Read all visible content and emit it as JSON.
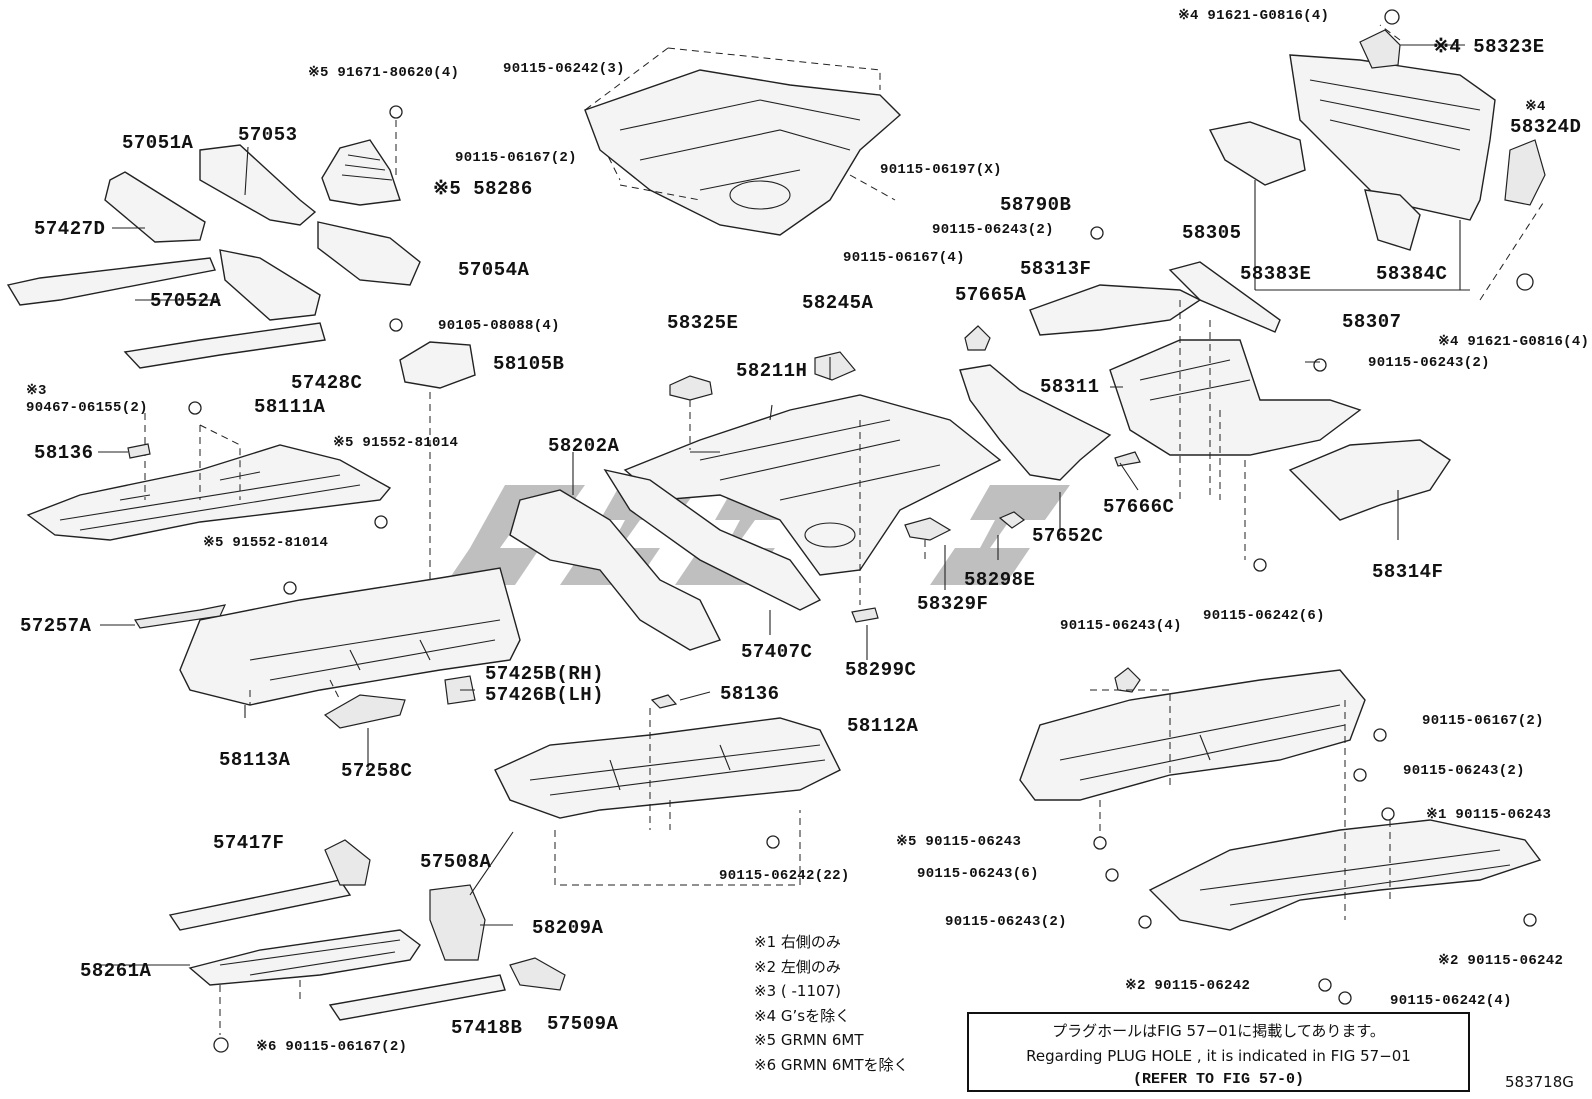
{
  "parts": [
    {
      "id": "p_58323E",
      "text": "※4 58323E"
    },
    {
      "id": "p_91621_top",
      "text": "※4 91621-G0816(4)"
    },
    {
      "id": "p_58324D_note",
      "text": "※4"
    },
    {
      "id": "p_58324D",
      "text": "58324D"
    },
    {
      "id": "p_58383E",
      "text": "58383E"
    },
    {
      "id": "p_58384C",
      "text": "58384C"
    },
    {
      "id": "p_58307",
      "text": "58307"
    },
    {
      "id": "p_91621_bot",
      "text": "※4 91621-G0816(4)"
    },
    {
      "id": "p_90115_06243_2a",
      "text": "90115-06243(2)"
    },
    {
      "id": "p_58305",
      "text": "58305"
    },
    {
      "id": "p_58790B",
      "text": "58790B"
    },
    {
      "id": "p_90115_06243_2b",
      "text": "90115-06243(2)"
    },
    {
      "id": "p_58313F",
      "text": "58313F"
    },
    {
      "id": "p_57665A",
      "text": "57665A"
    },
    {
      "id": "p_58311",
      "text": "58311"
    },
    {
      "id": "p_57652C",
      "text": "57652C"
    },
    {
      "id": "p_57666C",
      "text": "57666C"
    },
    {
      "id": "p_58314F",
      "text": "58314F"
    },
    {
      "id": "p_58298E",
      "text": "58298E"
    },
    {
      "id": "p_90115_06242_6",
      "text": "90115-06242(6)"
    },
    {
      "id": "p_90115_06242_3",
      "text": "90115-06242(3)"
    },
    {
      "id": "p_90115_06167_2a",
      "text": "90115-06167(2)"
    },
    {
      "id": "p_90115_06197",
      "text": "90115-06197(X)"
    },
    {
      "id": "p_90115_06167_4",
      "text": "90115-06167(4)"
    },
    {
      "id": "p_91671",
      "text": "※5 91671-80620(4)"
    },
    {
      "id": "p_58286",
      "text": "※5 58286"
    },
    {
      "id": "p_57051A",
      "text": "57051A"
    },
    {
      "id": "p_57053",
      "text": "57053"
    },
    {
      "id": "p_57427D",
      "text": "57427D"
    },
    {
      "id": "p_57054A",
      "text": "57054A"
    },
    {
      "id": "p_57052A",
      "text": "57052A"
    },
    {
      "id": "p_90105",
      "text": "90105-08088(4)"
    },
    {
      "id": "p_58105B",
      "text": "58105B"
    },
    {
      "id": "p_57428C",
      "text": "57428C"
    },
    {
      "id": "p_note3",
      "text": "※3"
    },
    {
      "id": "p_90467",
      "text": "90467-06155(2)"
    },
    {
      "id": "p_58111A",
      "text": "58111A"
    },
    {
      "id": "p_58136a",
      "text": "58136"
    },
    {
      "id": "p_91552a",
      "text": "※5 91552-81014"
    },
    {
      "id": "p_91552b",
      "text": "※5 91552-81014"
    },
    {
      "id": "p_57257A",
      "text": "57257A"
    },
    {
      "id": "p_58113A",
      "text": "58113A"
    },
    {
      "id": "p_57258C",
      "text": "57258C"
    },
    {
      "id": "p_57425B",
      "text": "57425B(RH)"
    },
    {
      "id": "p_57426B",
      "text": "57426B(LH)"
    },
    {
      "id": "p_58325E",
      "text": "58325E"
    },
    {
      "id": "p_58245A",
      "text": "58245A"
    },
    {
      "id": "p_58211H",
      "text": "58211H"
    },
    {
      "id": "p_58202A",
      "text": "58202A"
    },
    {
      "id": "p_57407C",
      "text": "57407C"
    },
    {
      "id": "p_58299C",
      "text": "58299C"
    },
    {
      "id": "p_58329F",
      "text": "58329F"
    },
    {
      "id": "p_58136b",
      "text": "58136"
    },
    {
      "id": "p_58112A",
      "text": "58112A"
    },
    {
      "id": "p_90115_06242_22",
      "text": "90115-06242(22)"
    },
    {
      "id": "p_90115_06243_4",
      "text": "90115-06243(4)"
    },
    {
      "id": "p_90115_06167_2b",
      "text": "90115-06167(2)"
    },
    {
      "id": "p_90115_06243_2c",
      "text": "90115-06243(2)"
    },
    {
      "id": "p_note1_06243",
      "text": "※1 90115-06243"
    },
    {
      "id": "p_note5_06243",
      "text": "※5 90115-06243"
    },
    {
      "id": "p_90115_06243_6",
      "text": "90115-06243(6)"
    },
    {
      "id": "p_90115_06243_2d",
      "text": "90115-06243(2)"
    },
    {
      "id": "p_note2_06242a",
      "text": "※2 90115-06242"
    },
    {
      "id": "p_note2_06242b",
      "text": "※2 90115-06242"
    },
    {
      "id": "p_90115_06242_4",
      "text": "90115-06242(4)"
    },
    {
      "id": "p_57417F",
      "text": "57417F"
    },
    {
      "id": "p_57508A",
      "text": "57508A"
    },
    {
      "id": "p_58209A",
      "text": "58209A"
    },
    {
      "id": "p_58261A",
      "text": "58261A"
    },
    {
      "id": "p_57418B",
      "text": "57418B"
    },
    {
      "id": "p_57509A",
      "text": "57509A"
    },
    {
      "id": "p_90115_06167_2c",
      "text": "※6 90115-06167(2)"
    }
  ],
  "notes": [
    "※1 右側のみ",
    "※2 左側のみ",
    "※3 (     -1107)",
    "※4 G’sを除く",
    "※5 GRMN 6MT",
    "※6 GRMN 6MTを除く"
  ],
  "info_box": {
    "line1": "プラグホールはFIG 57−01に掲載してあります。",
    "line2": "Regarding  PLUG  HOLE , it is indicated in FIG  57−01",
    "line3": "(REFER TO FIG 57-0)"
  },
  "figure_id": "583718G"
}
